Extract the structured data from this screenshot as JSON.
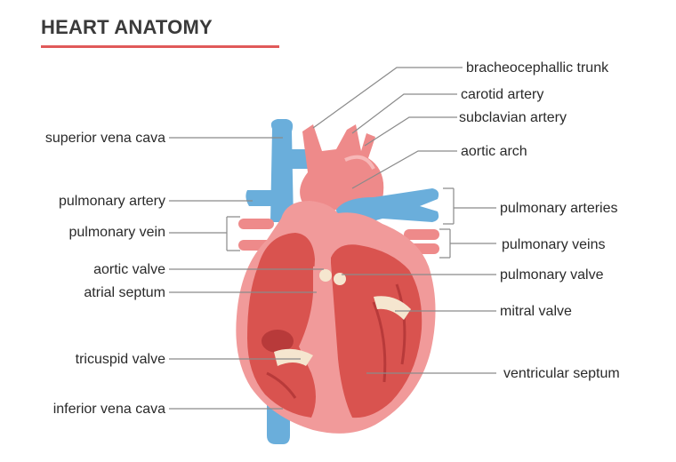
{
  "title": "HEART ANATOMY",
  "colors": {
    "title_underline": "#e05a5a",
    "vessel_blue": "#6aaedb",
    "vessel_red": "#ee8a8a",
    "heart_outer": "#f19a9a",
    "heart_inner": "#d9534f",
    "heart_dark": "#b83a3a",
    "valve": "#f5e6cf"
  },
  "labels_left": {
    "superior_vena_cava": "superior vena cava",
    "pulmonary_artery": "pulmonary artery",
    "pulmonary_vein": "pulmonary vein",
    "aortic_valve": "aortic valve",
    "atrial_septum": "atrial septum",
    "tricuspid_valve": "tricuspid valve",
    "inferior_vena_cava": "inferior vena cava"
  },
  "labels_right": {
    "bracheocephallic_trunk": "bracheocephallic trunk",
    "carotid_artery": "carotid artery",
    "subclavian_artery": "subclavian artery",
    "aortic_arch": "aortic arch",
    "pulmonary_arteries": "pulmonary arteries",
    "pulmonary_veins": "pulmonary veins",
    "pulmonary_valve": "pulmonary valve",
    "mitral_valve": "mitral valve",
    "ventricular_septum": "ventricular septum"
  }
}
